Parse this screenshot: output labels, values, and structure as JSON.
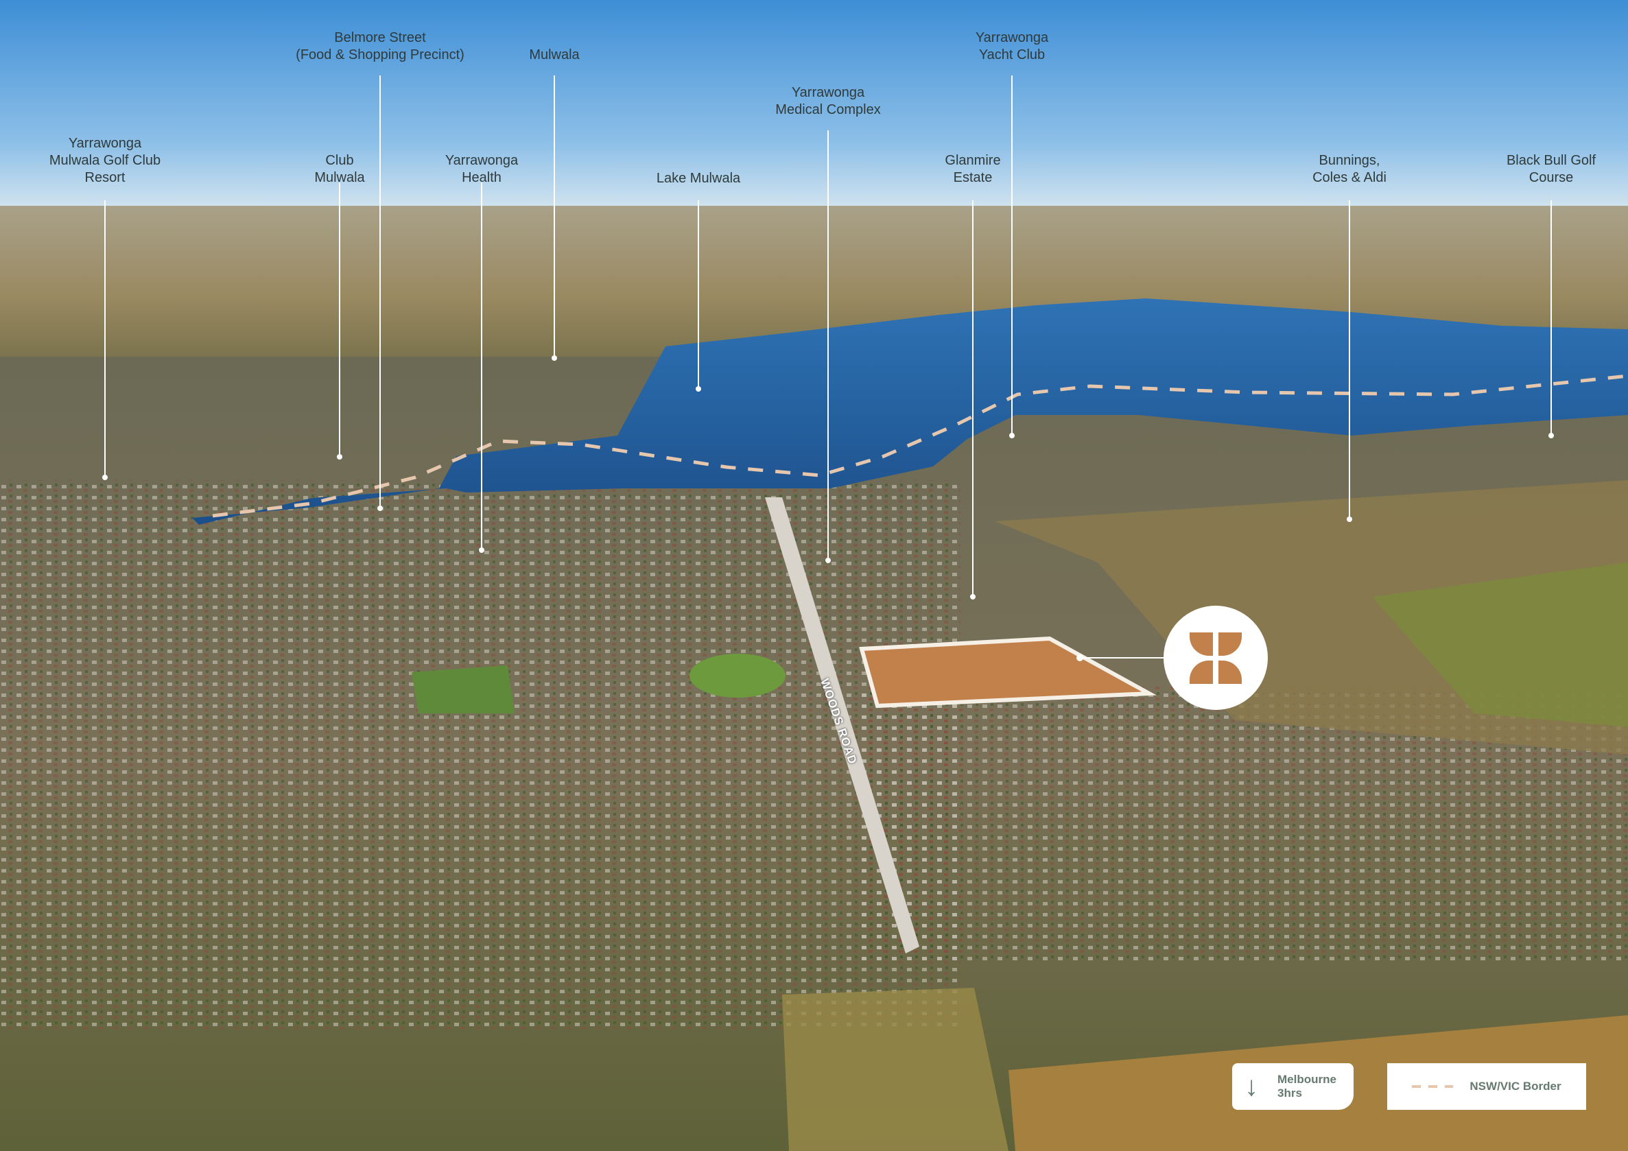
{
  "labels": [
    {
      "id": "golf-club",
      "lines": [
        "Yarrawonga",
        "Mulwala Golf Club",
        "Resort"
      ]
    },
    {
      "id": "club-mulwala",
      "lines": [
        "Club",
        "Mulwala"
      ]
    },
    {
      "id": "belmore-street",
      "lines": [
        "Belmore Street",
        "(Food & Shopping Precinct)"
      ]
    },
    {
      "id": "yarrawonga-health",
      "lines": [
        "Yarrawonga",
        "Health"
      ]
    },
    {
      "id": "mulwala",
      "lines": [
        "Mulwala"
      ]
    },
    {
      "id": "lake-mulwala",
      "lines": [
        "Lake Mulwala"
      ]
    },
    {
      "id": "medical-complex",
      "lines": [
        "Yarrawonga",
        "Medical Complex"
      ]
    },
    {
      "id": "glanmire-estate",
      "lines": [
        "Glanmire",
        "Estate"
      ]
    },
    {
      "id": "yacht-club",
      "lines": [
        "Yarrawonga",
        "Yacht Club"
      ]
    },
    {
      "id": "bunnings",
      "lines": [
        "Bunnings,",
        "Coles & Aldi"
      ]
    },
    {
      "id": "black-bull",
      "lines": [
        "Black Bull Golf",
        "Course"
      ]
    }
  ],
  "road_label": "WOODS ROAD",
  "legend": {
    "melbourne": {
      "line1": "Melbourne",
      "line2": "3hrs",
      "icon": "arrow-down-icon"
    },
    "border": {
      "label": "NSW/VIC Border"
    }
  },
  "colors": {
    "site": "#c2804a",
    "border_dash": "#e6c7ad",
    "legend_text": "#667a70"
  }
}
